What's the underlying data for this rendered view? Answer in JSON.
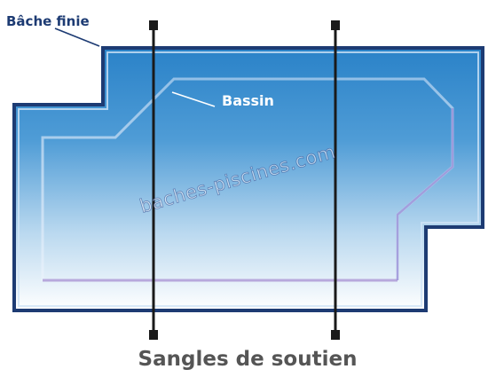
{
  "labels": {
    "bache_finie": "Bâche finie",
    "bassin": "Bassin",
    "watermark": "baches-piscines.com",
    "caption": "Sangles de soutien"
  },
  "colors": {
    "outer_border": "#1d3b73",
    "pool_top": "#2f86cc",
    "pool_bottom": "#ffffff",
    "inner_outline": "#b7a9dc",
    "strap": "#1a1a1a",
    "caption": "#555555"
  }
}
